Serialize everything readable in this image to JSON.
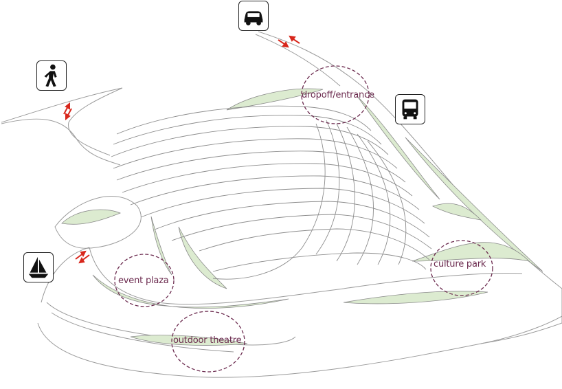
{
  "zones": [
    {
      "label": "dropoff/entrance"
    },
    {
      "label": "culture park"
    },
    {
      "label": "event plaza"
    },
    {
      "label": "outdoor theatre"
    }
  ],
  "icons": {
    "car": "car-icon",
    "pedestrian": "pedestrian-icon",
    "bus": "bus-icon",
    "sailboat": "sailboat-icon"
  },
  "colors": {
    "green_fill": "#dcebd0",
    "line": "#8a8a8a",
    "circle": "#6b2a4e",
    "arrow": "#d8271c"
  }
}
